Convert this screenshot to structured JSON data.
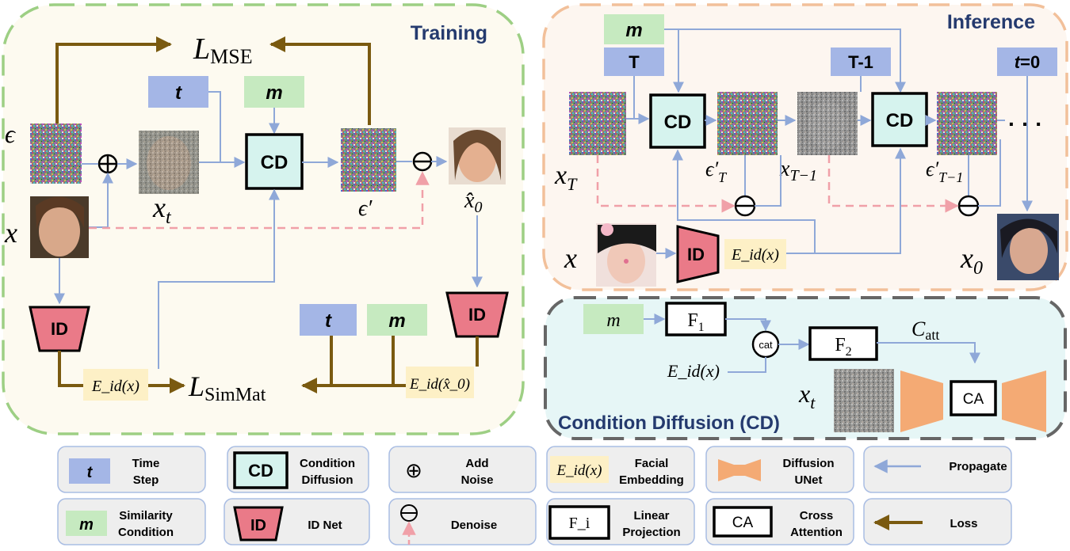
{
  "training": {
    "title": "Training",
    "loss_mse": {
      "main": "L",
      "sub": "MSE"
    },
    "loss_simmat": {
      "main": "L",
      "sub": "SimMat"
    },
    "t_label": "t",
    "m_label": "m",
    "cd_label": "CD",
    "epsilon_label": "ϵ",
    "x_label": "x",
    "xt_label": {
      "main": "x",
      "sub": "t"
    },
    "eps_prime_label": "ϵ′",
    "x0_hat_label": {
      "main": "x̂",
      "sub": "0"
    },
    "id_left": "ID",
    "id_right": "ID",
    "eid_x": "E_id(x)",
    "eid_x0": "E_id(x̂_0)",
    "t_box2": "t",
    "m_box2": "m"
  },
  "inference": {
    "title": "Inference",
    "m_label": "m",
    "T_label": "T",
    "T1_label": "T-1",
    "t0_label": {
      "var": "t",
      "rest": "=0"
    },
    "cd1": "CD",
    "cd2": "CD",
    "xT_label": {
      "main": "x",
      "sub": "T"
    },
    "epsT_label": {
      "main": "ϵ′",
      "sub": "T"
    },
    "xT1_label": {
      "main": "x",
      "sub": "T−1"
    },
    "epsT1_label": {
      "main": "ϵ′",
      "sub": "T−1"
    },
    "dots": "· · ·",
    "x_label": "x",
    "id_label": "ID",
    "eid_x": "E_id(x)",
    "x0_label": {
      "main": "x",
      "sub": "0"
    }
  },
  "cd_module": {
    "title": "Condition Diffusion (CD)",
    "m_label": "m",
    "f1": {
      "main": "F",
      "sub": "1"
    },
    "f2": {
      "main": "F",
      "sub": "2"
    },
    "cat": "cat",
    "catt": {
      "main": "C",
      "sub": "att"
    },
    "eid_x": "E_id(x)",
    "xt_label": {
      "main": "x",
      "sub": "t"
    },
    "ca": "CA"
  },
  "legend": [
    {
      "symbol": "t",
      "line1": "Time",
      "line2": "Step"
    },
    {
      "symbol": "CD",
      "line1": "Condition",
      "line2": "Diffusion"
    },
    {
      "symbol": "⊕",
      "line1": "Add",
      "line2": "Noise"
    },
    {
      "symbol": "E_id(x)",
      "line1": "Facial",
      "line2": "Embedding"
    },
    {
      "symbol": "unet",
      "line1": "Diffusion",
      "line2": "UNet"
    },
    {
      "symbol": "arrow-blue",
      "line1": "Propagate",
      "line2": ""
    },
    {
      "symbol": "m",
      "line1": "Similarity",
      "line2": "Condition"
    },
    {
      "symbol": "ID",
      "line1": "ID Net",
      "line2": ""
    },
    {
      "symbol": "⊖",
      "line1": "Denoise",
      "line2": ""
    },
    {
      "symbol": "F_i",
      "line1": "Linear",
      "line2": "Projection"
    },
    {
      "symbol": "CA",
      "line1": "Cross",
      "line2": "Attention"
    },
    {
      "symbol": "arrow-brown",
      "line1": "Loss",
      "line2": ""
    }
  ],
  "colors": {
    "blue_arrow": "#8fa8d8",
    "brown_arrow": "#7a5a10",
    "pink_dash": "#f0a0a8",
    "t_box": "#a4b6e6",
    "m_box": "#c6eac0",
    "cd_fill": "#d6f3ee",
    "id_fill": "#ea7a88",
    "eid_fill": "#fdf0c6",
    "unet": "#f4aa74",
    "training_bg": "#fdfaf0",
    "training_border": "#9dcf84",
    "inference_bg": "#fdf6f0",
    "inference_border": "#f2c09a",
    "cd_bg": "#e6f6f6",
    "cd_border": "#666666",
    "title": "#243a6e"
  }
}
